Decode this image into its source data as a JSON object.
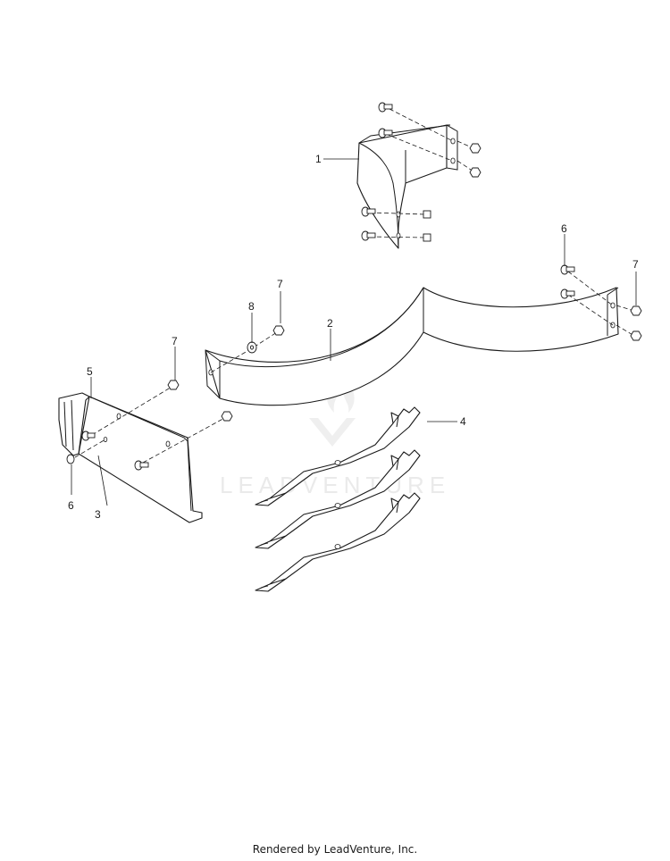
{
  "watermark": {
    "text": "LEADVENTURE"
  },
  "callouts": {
    "c1": "1",
    "c2": "2",
    "c3": "3",
    "c4": "4",
    "c5": "5",
    "c6a": "6",
    "c6b": "6",
    "c7a": "7",
    "c7b": "7",
    "c7c": "7",
    "c8": "8"
  },
  "footer": {
    "text": "Rendered by LeadVenture, Inc."
  }
}
